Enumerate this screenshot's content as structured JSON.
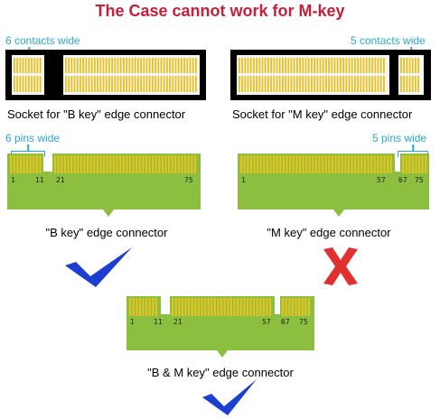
{
  "title": "The Case cannot work for M-key",
  "left_socket": {
    "wide_label": "6 contacts wide",
    "label": "Socket for \"B key\" edge connector"
  },
  "right_socket": {
    "wide_label": "5 contacts wide",
    "label": "Socket for \"M key\" edge connector"
  },
  "b_connector": {
    "wide_label": "6 pins wide",
    "pin_numbers": [
      "1",
      "11",
      "21",
      "75"
    ],
    "label": "\"B key\" edge connector"
  },
  "m_connector": {
    "wide_label": "5 pins wide",
    "pin_numbers": [
      "1",
      "57",
      "67",
      "75"
    ],
    "label": "\"M key\" edge connector"
  },
  "bm_connector": {
    "pin_numbers": [
      "1",
      "11",
      "21",
      "57",
      "67",
      "75"
    ],
    "label": "\"B & M key\" edge connector"
  },
  "colors": {
    "title": "#c4203a",
    "annotation": "#2aa6d6",
    "board": "#8cbf3f",
    "pins": "#e8c21e",
    "check": "#1c3fd1",
    "cross": "#e03030"
  },
  "icons": {
    "b_result": "checkmark-icon",
    "m_result": "cross-icon",
    "bm_result": "checkmark-icon"
  }
}
